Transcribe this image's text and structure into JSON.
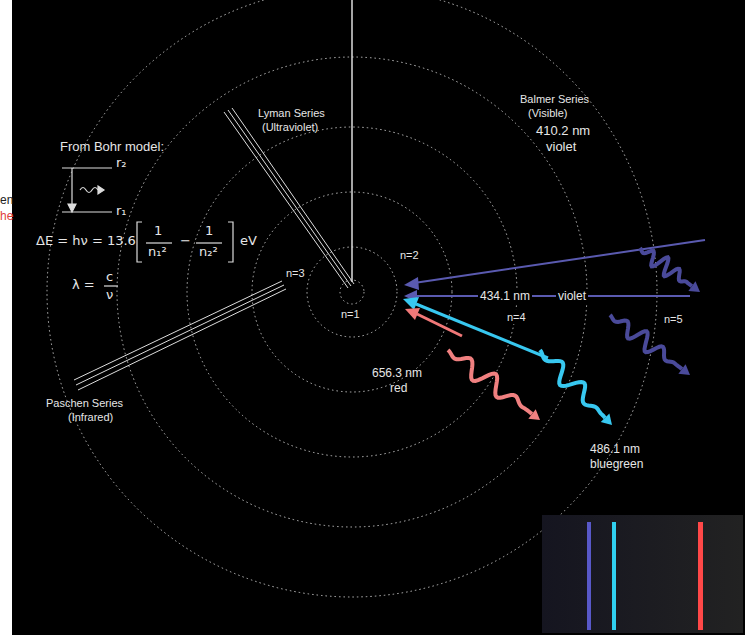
{
  "diagram": {
    "labels": [
      "en",
      "he",
      "From Bohr model:",
      "r₂",
      "r₁",
      "ΔE = hν = 13.6",
      "1",
      "n₁²",
      "−",
      "1",
      "n₂²",
      "eV",
      "λ =",
      "c",
      "ν",
      "Lyman Series",
      "(Ultraviolet)",
      "Balmer Series",
      "(Visible)",
      "410.2 nm",
      "violet",
      "434.1 nm",
      "violet",
      "n=2",
      "n=1",
      "n=3",
      "n=4",
      "n=5",
      "656.3 nm",
      "red",
      "486.1 nm",
      "bluegreen",
      "Paschen Series",
      "(Infrared)"
    ]
  }
}
